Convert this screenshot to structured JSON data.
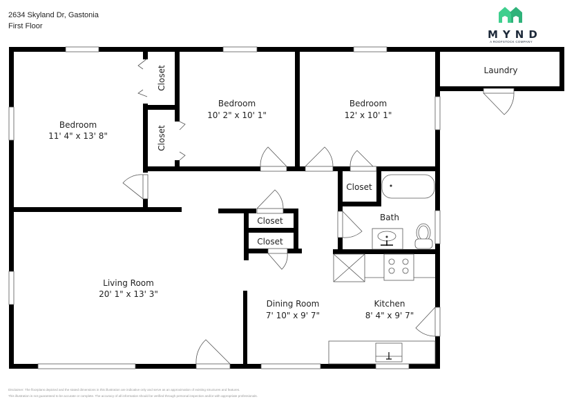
{
  "header": {
    "address": "2634 Skyland Dr, Gastonia",
    "floor": "First Floor"
  },
  "logo": {
    "name": "MYND",
    "tagline": "A ROOFSTOCK COMPANY",
    "colors": {
      "primary": "#3fcf8e",
      "secondary": "#2fb27a",
      "text": "#1e2a3a"
    }
  },
  "rooms": {
    "bedroom1": {
      "name": "Bedroom",
      "dims": "11' 4\" x 13' 8\""
    },
    "bedroom2": {
      "name": "Bedroom",
      "dims": "10' 2\" x 10' 1\""
    },
    "bedroom3": {
      "name": "Bedroom",
      "dims": "12' x 10' 1\""
    },
    "laundry": {
      "name": "Laundry"
    },
    "closet_a": {
      "name": "Closet"
    },
    "closet_b": {
      "name": "Closet"
    },
    "closet_c": {
      "name": "Closet"
    },
    "closet_d": {
      "name": "Closet"
    },
    "closet_e": {
      "name": "Closet"
    },
    "bath": {
      "name": "Bath"
    },
    "living": {
      "name": "Living Room",
      "dims": "20' 1\" x 13' 3\""
    },
    "dining": {
      "name": "Dining Room",
      "dims": "7' 10\" x 9' 7\""
    },
    "kitchen": {
      "name": "Kitchen",
      "dims": "8' 4\" x 9' 7\""
    }
  },
  "disclaimer": {
    "line1": "Disclaimer: The floorplans depicted and the stated dimensions in this illustration are indicative only and serve as an approximation of existing structures and features.",
    "line2": "This illustration is not guaranteed to be accurate or complete. The accuracy of all information should be verified through personal inspection and/or with appropriate professionals."
  }
}
